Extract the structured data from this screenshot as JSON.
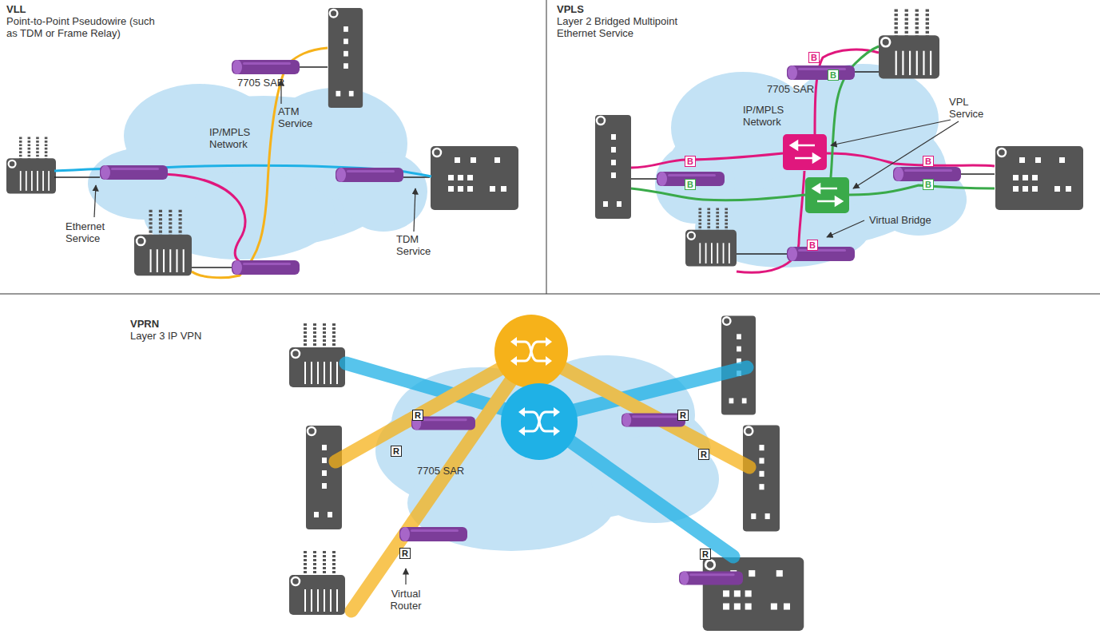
{
  "diagram": {
    "nodes": [
      {
        "text": [
          "B"
        ]
      },
      {
        "text": [
          "B"
        ]
      },
      {
        "text": [
          "B"
        ]
      },
      {
        "text": [
          "B"
        ]
      },
      {
        "text": [
          "B"
        ]
      },
      {
        "text": [
          "B"
        ]
      },
      {
        "text": [
          "B"
        ]
      },
      {
        "text": [
          "R"
        ]
      },
      {
        "text": [
          "R"
        ]
      },
      {
        "text": [
          "R"
        ]
      },
      {
        "text": [
          "R"
        ]
      },
      {
        "text": [
          "R"
        ]
      },
      {
        "text": [
          "R"
        ]
      }
    ],
    "labels": [
      "VLL",
      "Point-to-Point Pseudowire (such as TDM or Frame Relay)",
      "7705 SAR",
      "ATM Service",
      "IP/MPLS Network",
      "Ethernet Service",
      "TDM Service",
      "VPLS",
      "Layer 2 Bridged Multipoint Ethernet Service",
      "7705 SAR",
      "IP/MPLS Network",
      "VPL Service",
      "Virtual Bridge",
      "VPRN",
      "Layer 3 IP VPN",
      "7705 SAR",
      "Virtual Router"
    ]
  }
}
